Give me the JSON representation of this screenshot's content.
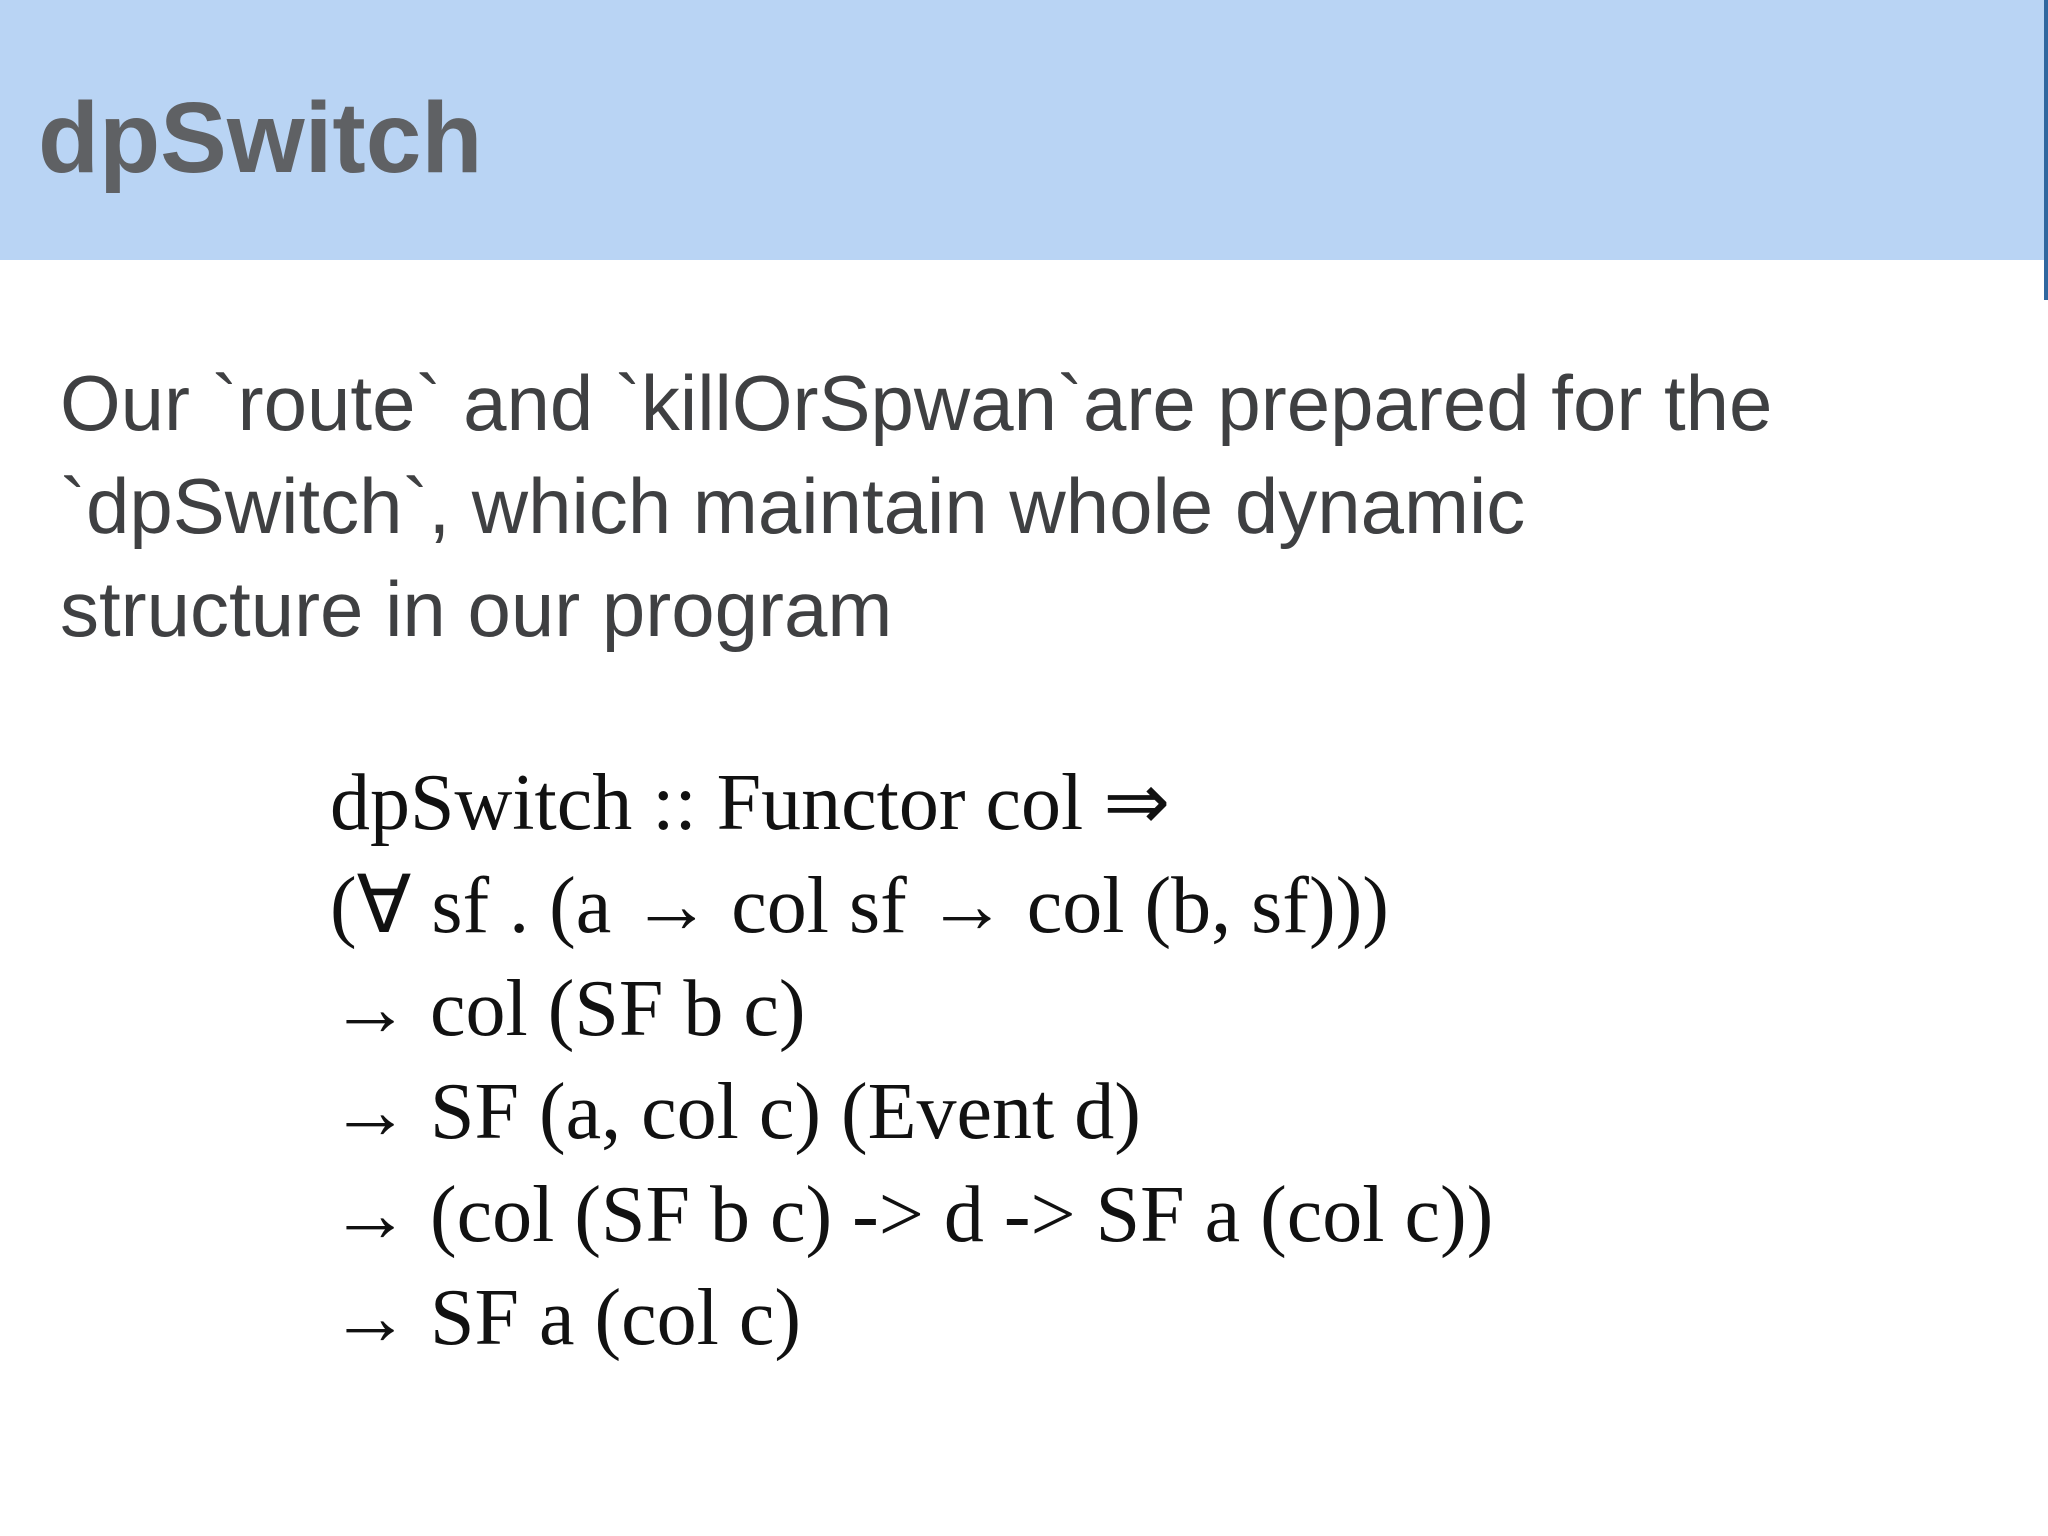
{
  "slide": {
    "title": "dpSwitch",
    "paragraph_lines": [
      "Our `route` and `killOrSpwan`are prepared for the",
      "`dpSwitch`, which maintain whole dynamic",
      "structure in our program"
    ],
    "code_lines": [
      "dpSwitch :: Functor col ⇒",
      "(∀ sf . (a → col sf → col (b, sf)))",
      "→ col (SF b c)",
      "→ SF (a, col c) (Event d)",
      "→ (col (SF b c) -> d -> SF a (col c))",
      "→ SF a (col c)"
    ],
    "colors": {
      "header_bg": "#b9d4f4",
      "title_text": "#5f6164",
      "body_text": "#3f4042",
      "code_text": "#111111",
      "edge_line": "#30679f",
      "background": "#ffffff"
    }
  }
}
